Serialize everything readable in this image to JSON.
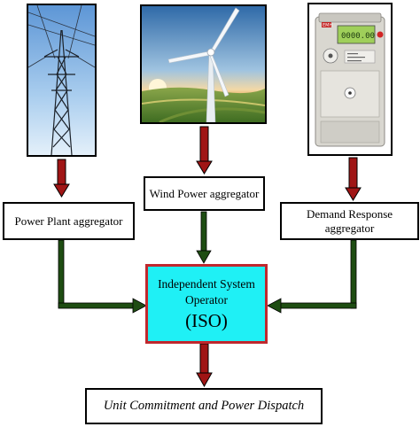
{
  "images": {
    "power_plant": "power-transmission-tower",
    "wind": "wind-turbine-over-fields",
    "demand": "electricity-smart-meter"
  },
  "meter": {
    "brand": "EMH",
    "display": "0000.00"
  },
  "boxes": {
    "power_plant": "Power Plant aggregator",
    "wind_power": "Wind Power aggregator",
    "demand_response": "Demand Response aggregator",
    "dispatch": "Unit Commitment and Power Dispatch"
  },
  "iso": {
    "line1": "Independent System",
    "line2": "Operator",
    "line3": "(ISO)"
  },
  "colors": {
    "red_arrow": "#a01515",
    "green_arrow": "#1e4d12",
    "iso_fill": "#1ff0f5",
    "iso_border": "#c0282e"
  }
}
